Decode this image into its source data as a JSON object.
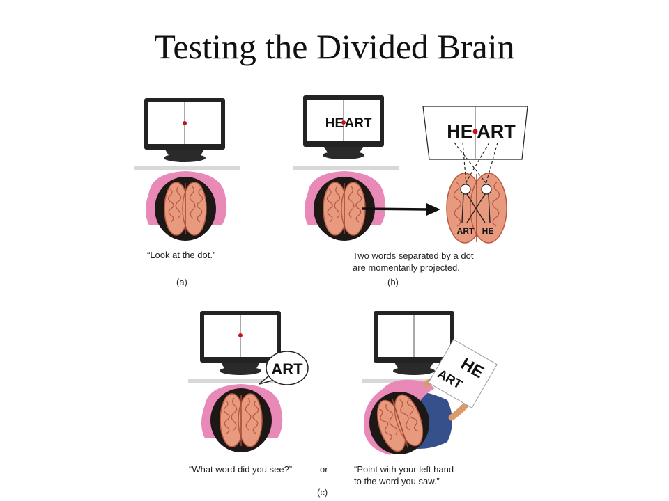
{
  "title": "Testing the Divided Brain",
  "panels": {
    "a": {
      "label": "(a)",
      "caption": "“Look at the dot.”"
    },
    "b": {
      "label": "(b)",
      "caption": "Two words separated by a dot\nare momentarily projected.",
      "screen_left_word": "HE",
      "screen_right_word": "ART",
      "brain_label_left": "ART",
      "brain_label_right": "HE"
    },
    "c": {
      "label": "(c)",
      "caption_left": "“What word did you see?”",
      "connector": "or",
      "caption_right": "“Point with your left hand\nto the word you saw.”",
      "speech_bubble": "ART",
      "card_top": "HE",
      "card_bottom": "ART"
    }
  },
  "colors": {
    "shirt": "#e889b8",
    "hair": "#1d1816",
    "brain": "#e89a7f",
    "brain_dark": "#b85a44",
    "monitor": "#222222",
    "dot": "#c0141a",
    "jeans": "#35508a",
    "skin": "#d99a6c"
  }
}
